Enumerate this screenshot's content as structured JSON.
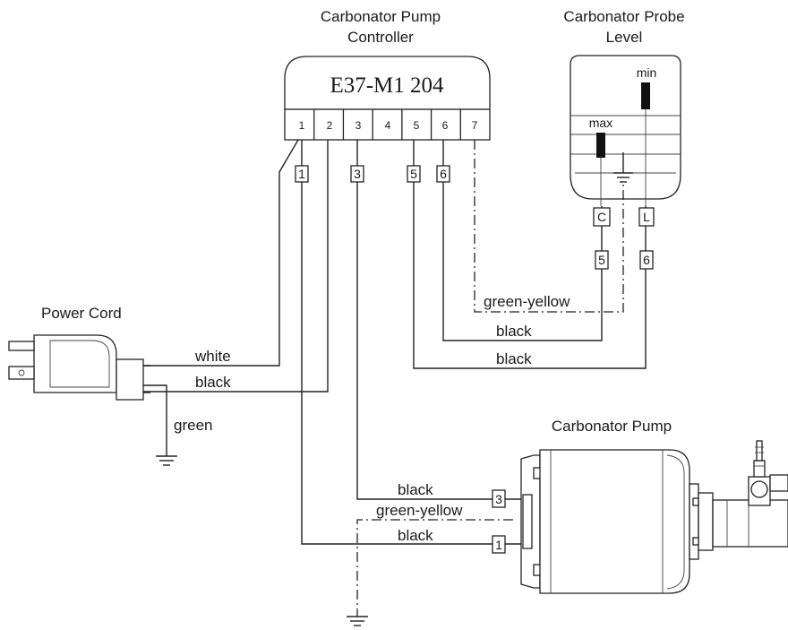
{
  "controller": {
    "title_line1": "Carbonator Pump",
    "title_line2": "Controller",
    "model": "E37-M1 204",
    "terminals": [
      "1",
      "2",
      "3",
      "4",
      "5",
      "6",
      "7"
    ]
  },
  "probe": {
    "title_line1": "Carbonator Probe",
    "title_line2": "Level",
    "min_label": "min",
    "max_label": "max",
    "tag_common": "C",
    "tag_level": "L",
    "tag_c_wire": "5",
    "tag_l_wire": "6"
  },
  "power_cord": {
    "title": "Power Cord",
    "wire_white": "white",
    "wire_black": "black",
    "wire_green": "green"
  },
  "controller_wire_tags": [
    "1",
    "3",
    "5",
    "6"
  ],
  "probe_wires": {
    "ground": "green-yellow",
    "wire6": "black",
    "wire5": "black"
  },
  "pump": {
    "title": "Carbonator Pump",
    "wire_top": "black",
    "wire_ground": "green-yellow",
    "wire_bottom": "black",
    "tag_top": "3",
    "tag_bottom": "1"
  }
}
